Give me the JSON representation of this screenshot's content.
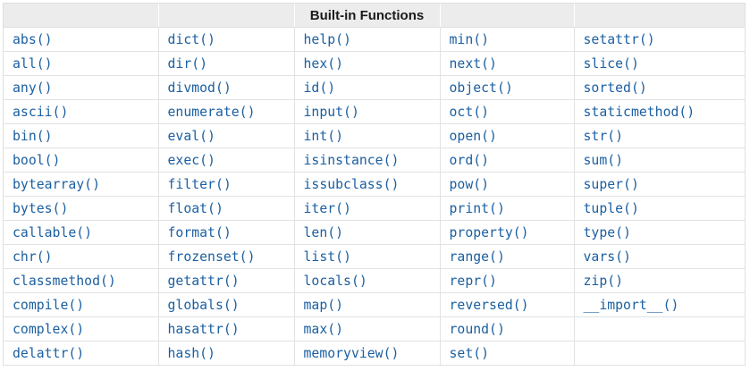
{
  "table": {
    "title": "Built-in Functions",
    "column_count": 5,
    "rows": [
      [
        "abs()",
        "dict()",
        "help()",
        "min()",
        "setattr()"
      ],
      [
        "all()",
        "dir()",
        "hex()",
        "next()",
        "slice()"
      ],
      [
        "any()",
        "divmod()",
        "id()",
        "object()",
        "sorted()"
      ],
      [
        "ascii()",
        "enumerate()",
        "input()",
        "oct()",
        "staticmethod()"
      ],
      [
        "bin()",
        "eval()",
        "int()",
        "open()",
        "str()"
      ],
      [
        "bool()",
        "exec()",
        "isinstance()",
        "ord()",
        "sum()"
      ],
      [
        "bytearray()",
        "filter()",
        "issubclass()",
        "pow()",
        "super()"
      ],
      [
        "bytes()",
        "float()",
        "iter()",
        "print()",
        "tuple()"
      ],
      [
        "callable()",
        "format()",
        "len()",
        "property()",
        "type()"
      ],
      [
        "chr()",
        "frozenset()",
        "list()",
        "range()",
        "vars()"
      ],
      [
        "classmethod()",
        "getattr()",
        "locals()",
        "repr()",
        "zip()"
      ],
      [
        "compile()",
        "globals()",
        "map()",
        "reversed()",
        "__import__()"
      ],
      [
        "complex()",
        "hasattr()",
        "max()",
        "round()",
        ""
      ],
      [
        "delattr()",
        "hash()",
        "memoryview()",
        "set()",
        ""
      ]
    ]
  },
  "colors": {
    "link_blue": "#1b5fa0",
    "header_bg": "#ececec",
    "border_gray": "#e2e2e2",
    "header_text": "#1a1a1a"
  }
}
